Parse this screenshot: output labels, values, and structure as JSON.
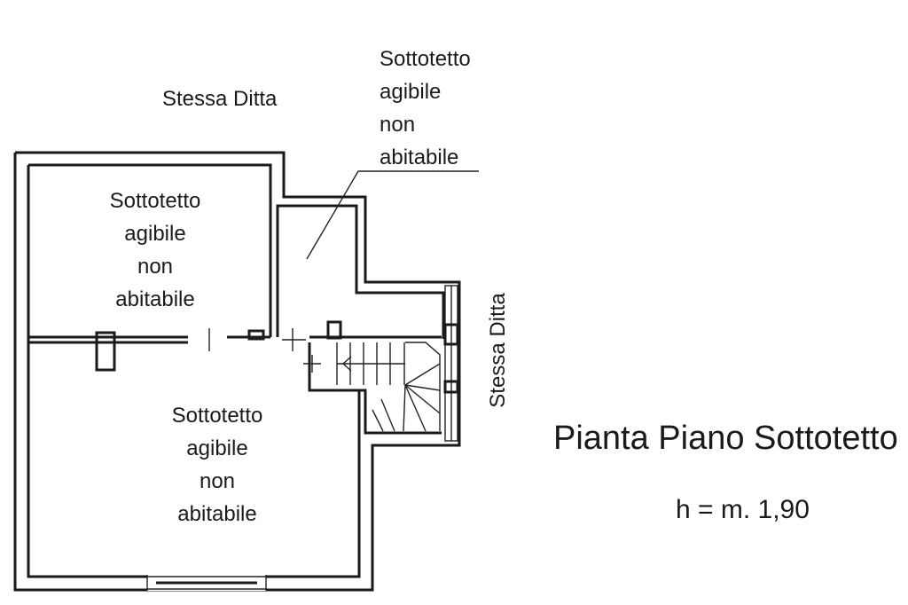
{
  "plan": {
    "neighbor_label_top": "Stessa Ditta",
    "neighbor_label_right": "Stessa Ditta",
    "rooms": [
      {
        "lines": [
          "Sottotetto",
          "agibile",
          "non",
          "abitabile"
        ]
      },
      {
        "lines": [
          "Sottotetto",
          "agibile",
          "non",
          "abitabile"
        ]
      },
      {
        "lines": [
          "Sottotetto",
          "agibile",
          "non",
          "abitabile"
        ]
      }
    ],
    "title": "Pianta Piano Sottotetto",
    "height_note": "h = m. 1,90"
  }
}
